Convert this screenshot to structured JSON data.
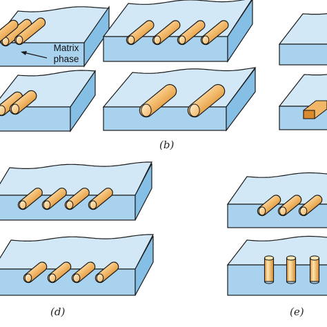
{
  "annotation": {
    "line1": "Matrix",
    "line2": "phase"
  },
  "labels": {
    "b": "(b)",
    "d": "(d)",
    "e": "(e)"
  },
  "colors": {
    "matrix_top": "#d2e8f6",
    "matrix_front": "#a9d2ef",
    "matrix_side": "#86bfe5",
    "fiber_light": "#fde7b4",
    "fiber_mid": "#f2b766",
    "fiber_dark": "#d98a2c",
    "outline": "#1a1a1a"
  }
}
